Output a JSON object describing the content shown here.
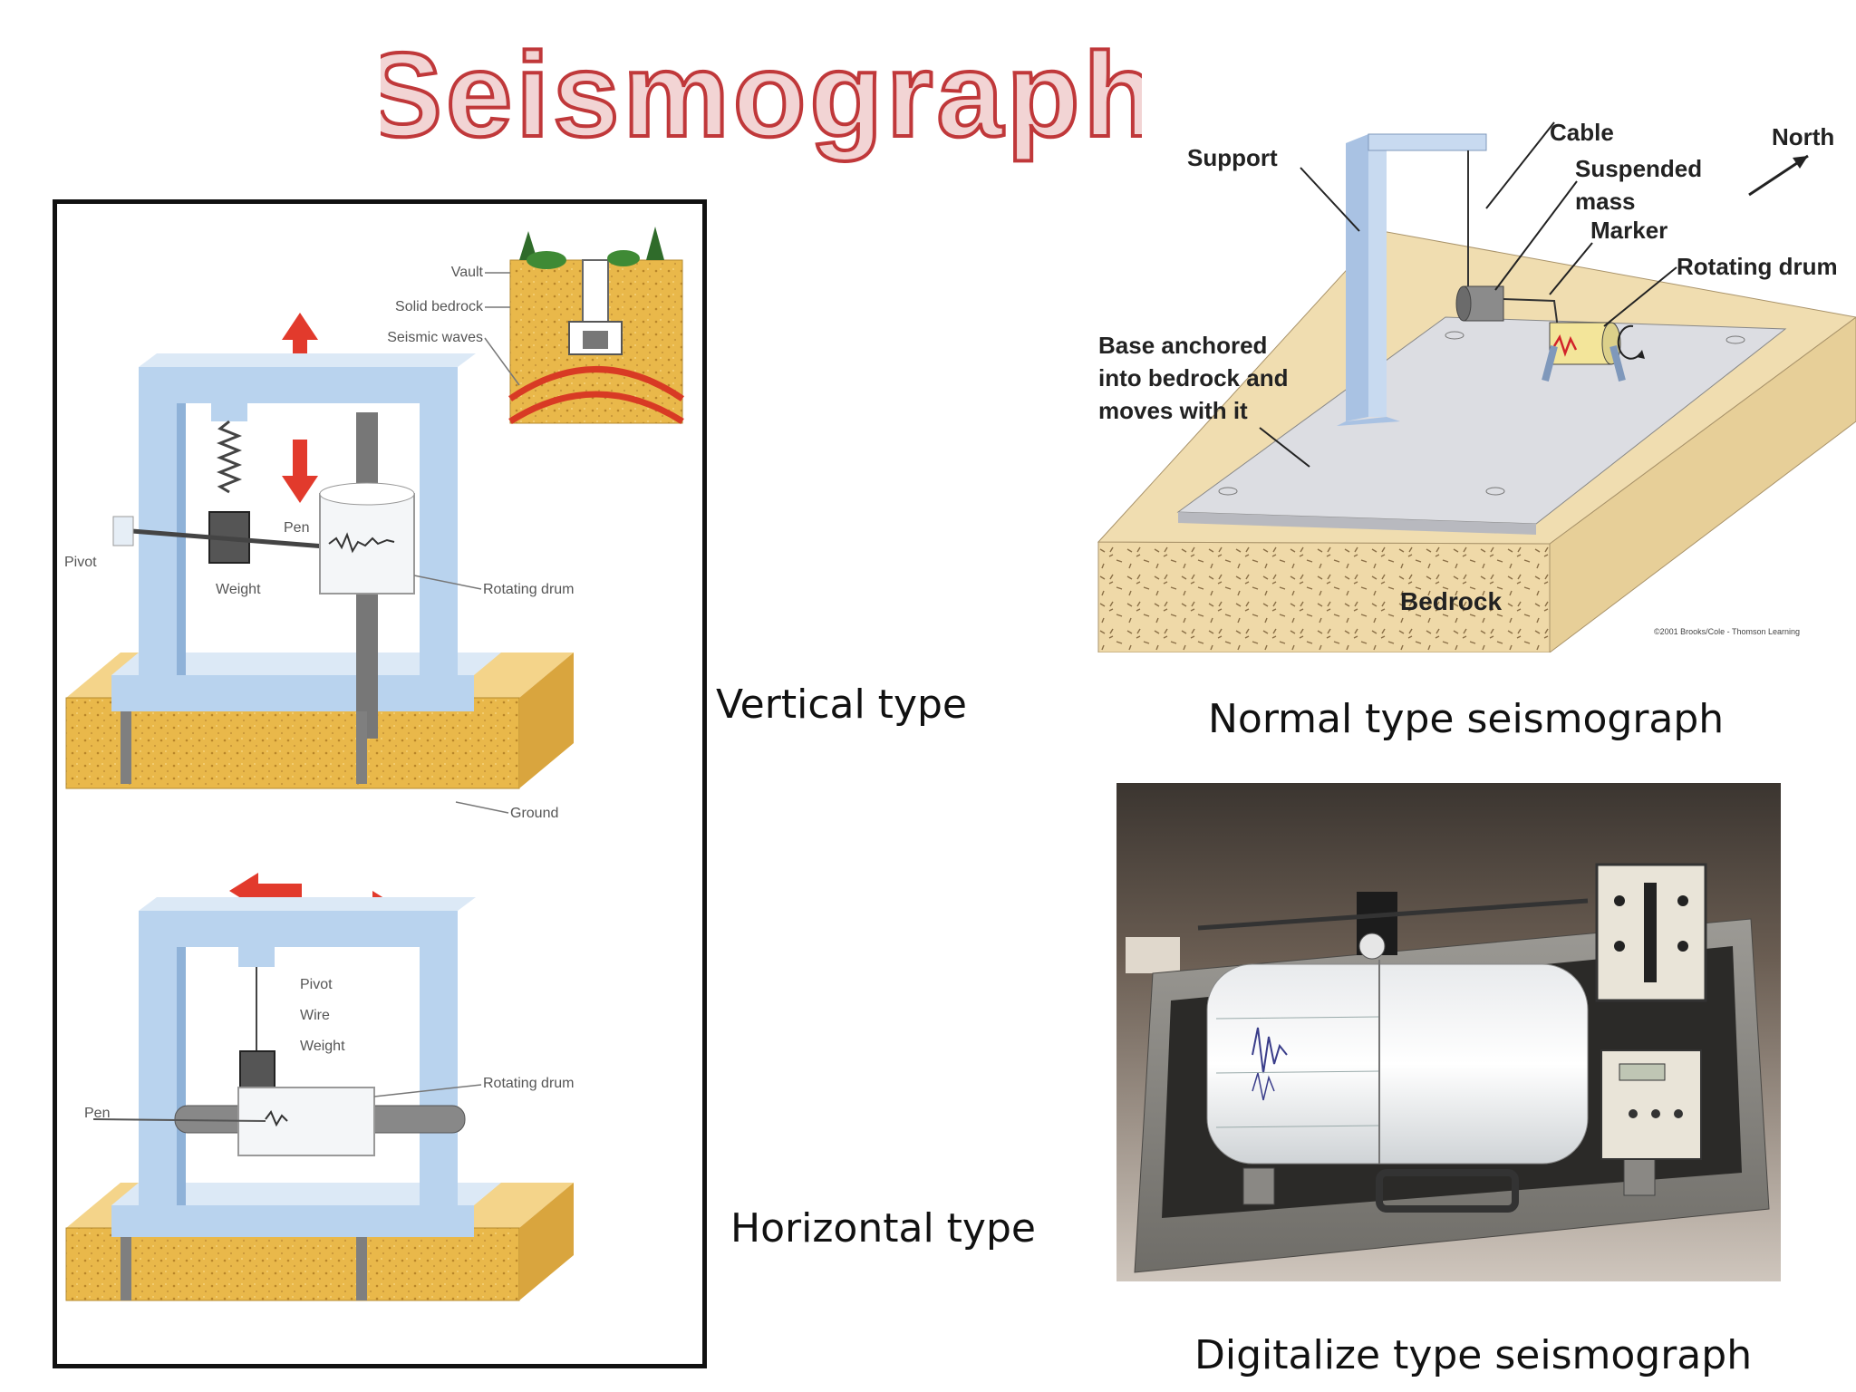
{
  "title": "Seismograph",
  "vertical": {
    "caption": "Vertical type",
    "labels": {
      "vault": "Vault",
      "solid_bedrock": "Solid bedrock",
      "seismic_waves": "Seismic waves",
      "pen": "Pen",
      "pivot": "Pivot",
      "weight": "Weight",
      "rotating_drum": "Rotating drum",
      "ground": "Ground"
    }
  },
  "horizontal": {
    "caption": "Horizontal type",
    "labels": {
      "pivot": "Pivot",
      "wire": "Wire",
      "weight": "Weight",
      "rotating_drum": "Rotating drum",
      "pen": "Pen"
    }
  },
  "normal": {
    "caption": "Normal type seismograph",
    "labels": {
      "support": "Support",
      "cable": "Cable",
      "suspended_mass": "Suspended mass",
      "marker": "Marker",
      "rotating_drum": "Rotating drum",
      "north": "North",
      "base_anchored": "Base anchored into bedrock and moves with it",
      "bedrock": "Bedrock",
      "credit": "©2001 Brooks/Cole - Thomson Learning"
    }
  },
  "digital": {
    "caption": "Digitalize type seismograph"
  },
  "colors": {
    "title_fill": "#f2d4d4",
    "title_stroke": "#c0383a",
    "frame": "#b9d3ee",
    "frame_shadow": "#8fb2d8",
    "sand": "#e9b84a",
    "arrow_red": "#e23a2c"
  }
}
